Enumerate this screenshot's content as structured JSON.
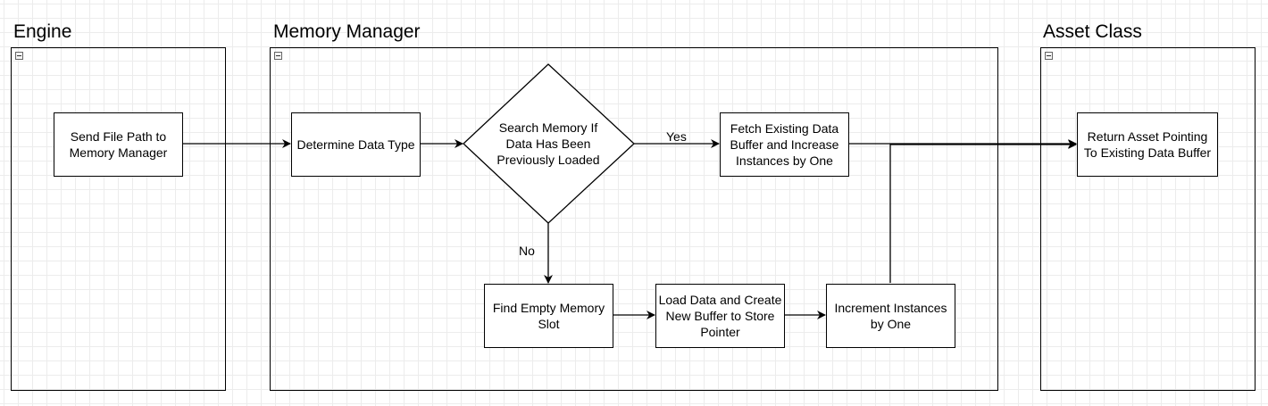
{
  "lanes": {
    "engine": {
      "title": "Engine"
    },
    "memory_manager": {
      "title": "Memory Manager"
    },
    "asset_class": {
      "title": "Asset Class"
    }
  },
  "nodes": {
    "send_file_path": "Send File Path to Memory Manager",
    "determine_data_type": "Determine Data Type",
    "search_memory": "Search Memory If Data Has Been Previously Loaded",
    "fetch_existing": "Fetch Existing Data Buffer and Increase Instances by One",
    "find_empty_slot": "Find Empty Memory Slot",
    "load_data": "Load Data and Create New Buffer to Store Pointer",
    "increment_instances": "Increment Instances by One",
    "return_asset": "Return Asset Pointing To Existing Data Buffer"
  },
  "edge_labels": {
    "yes": "Yes",
    "no": "No"
  },
  "colors": {
    "stroke": "#000000",
    "grid": "#ececec",
    "background": "#ffffff"
  }
}
